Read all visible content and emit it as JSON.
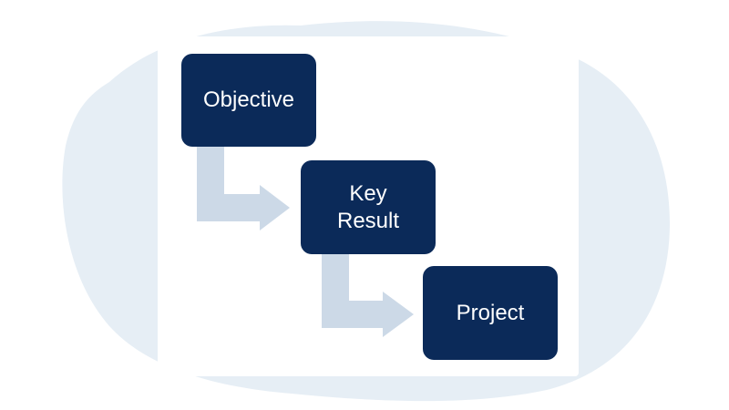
{
  "diagram": {
    "nodes": [
      {
        "id": "objective",
        "label": "Objective"
      },
      {
        "id": "key-result",
        "label": "Key\nResult"
      },
      {
        "id": "project",
        "label": "Project"
      }
    ],
    "edges": [
      {
        "from": "objective",
        "to": "key-result"
      },
      {
        "from": "key-result",
        "to": "project"
      }
    ]
  },
  "colors": {
    "node_fill": "#0b2a59",
    "arrow_fill": "#ccd9e7",
    "blob_fill": "#e6eef5",
    "card_fill": "#ffffff"
  }
}
